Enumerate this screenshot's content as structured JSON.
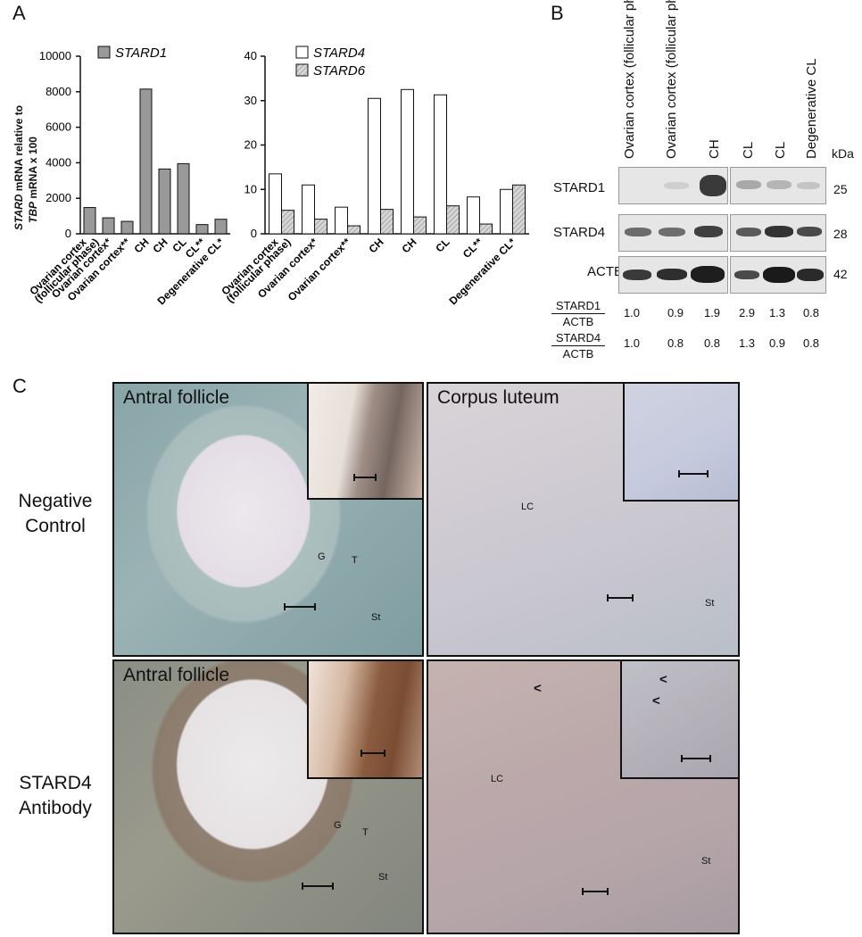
{
  "panels": {
    "a": "A",
    "b": "B",
    "c": "C"
  },
  "chart_data": [
    {
      "type": "bar",
      "ylabel": "STARD mRNA relative to TBP mRNA x 100",
      "ylabel_parts": [
        "STARD",
        " mRNA relative to",
        "TBP",
        " mRNA x 100"
      ],
      "ylim": [
        0,
        10000
      ],
      "yticks": [
        "0",
        "2000",
        "4000",
        "6000",
        "8000",
        "10000"
      ],
      "categories": [
        "Ovarian cortex (follicular phase)",
        "Ovarian cortex*",
        "Ovarian cortex**",
        "CH",
        "CH",
        "CL",
        "CL**",
        "Degenerative CL*"
      ],
      "category_labels": [
        "Ovarian cortex\n(follicular phase)",
        "Ovarian cortex*",
        "Ovarian cortex**",
        "CH",
        "CH",
        "CL",
        "CL**",
        "Degenerative CL*"
      ],
      "series": [
        {
          "name": "STARD1",
          "values": [
            1480,
            900,
            700,
            8150,
            3650,
            3950,
            520,
            820
          ],
          "color": "#999999"
        }
      ],
      "legend": "top-left"
    },
    {
      "type": "bar",
      "ylim": [
        0,
        40
      ],
      "yticks": [
        "0",
        "10",
        "20",
        "30",
        "40"
      ],
      "categories": [
        "Ovarian cortex (follicular phase)",
        "Ovarian cortex*",
        "Ovarian cortex**",
        "CH",
        "CH",
        "CL",
        "CL**",
        "Degenerative CL*"
      ],
      "category_labels": [
        "Ovarian cortex\n(follicular phase)",
        "Ovarian cortex*",
        "Ovarian cortex**",
        "CH",
        "CH",
        "CL",
        "CL**",
        "Degenerative CL*"
      ],
      "series": [
        {
          "name": "STARD4",
          "values": [
            13.5,
            11.0,
            6.0,
            30.5,
            32.5,
            31.3,
            8.3,
            10.0
          ],
          "color": "#ffffff"
        },
        {
          "name": "STARD6",
          "values": [
            5.3,
            3.3,
            1.8,
            5.5,
            3.8,
            6.3,
            2.2,
            11.0
          ],
          "color": "#cccccc"
        }
      ],
      "legend": "top-left"
    }
  ],
  "western": {
    "lanes": [
      "Ovarian cortex\n(follicular phase)",
      "Ovarian cortex\n(follicular phase)",
      "CH",
      "CL",
      "CL",
      "Degenerative CL"
    ],
    "kda_label": "kDa",
    "rows": [
      {
        "name": "STARD1",
        "kda": "25"
      },
      {
        "name": "STARD4",
        "kda": "28"
      },
      {
        "name": "ACTB",
        "kda": "42"
      }
    ],
    "ratios": [
      {
        "top": "STARD1",
        "bottom": "ACTB",
        "values": [
          "1.0",
          "0.9",
          "1.9",
          "2.9",
          "1.3",
          "0.8"
        ]
      },
      {
        "top": "STARD4",
        "bottom": "ACTB",
        "values": [
          "1.0",
          "0.8",
          "0.8",
          "1.3",
          "0.9",
          "0.8"
        ]
      }
    ]
  },
  "histology": {
    "col_titles": [
      "Antral follicle",
      "Corpus luteum"
    ],
    "row_labels": [
      "Negative\nControl",
      "STARD4\nAntibody"
    ],
    "labels": {
      "g": "G",
      "t": "T",
      "st": "St",
      "lc": "LC",
      "arrow": "<"
    }
  }
}
